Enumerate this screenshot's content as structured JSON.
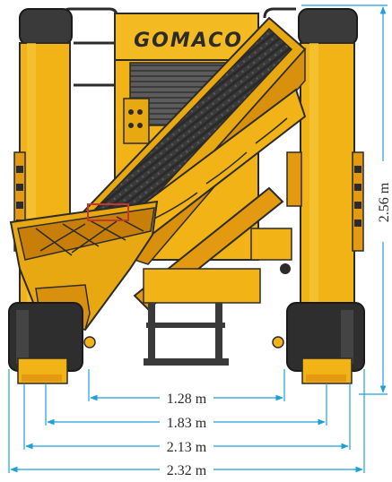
{
  "brand": {
    "logo_text": "GOMACO"
  },
  "colors": {
    "body_yellow": "#f2b316",
    "body_orange": "#e39a10",
    "dark_outline": "#2b2b2b",
    "track_black": "#2e2e2e",
    "dimension_blue": "#1f9fd8",
    "text_color": "#2a2a2a"
  },
  "dimensions": {
    "height": {
      "label": "2.56 m"
    },
    "widths": [
      {
        "label": "1.28 m"
      },
      {
        "label": "1.83 m"
      },
      {
        "label": "2.13 m"
      },
      {
        "label": "2.32 m"
      }
    ]
  }
}
